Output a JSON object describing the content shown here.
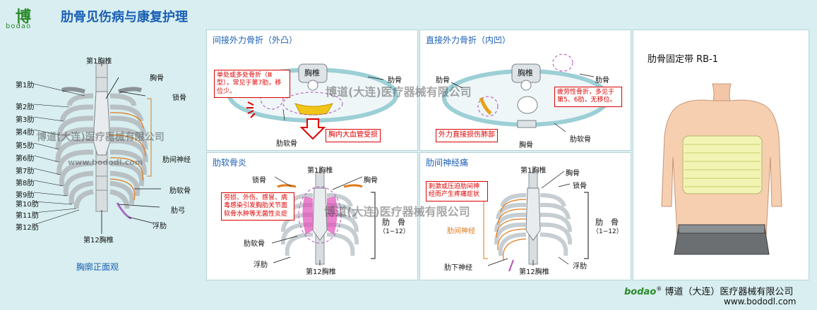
{
  "logo": {
    "glyph": "博",
    "text": "bodao"
  },
  "title": "肋骨见伤病与康复护理",
  "panel_left": {
    "caption": "胸廓正面观",
    "labels": {
      "t1": "第1胸椎",
      "sternum": "胸骨",
      "clavicle": "锁骨",
      "intercostal": "肋间神经",
      "costal_cartilage": "肋软骨",
      "costal_arch": "肋弓",
      "floating": "浮肋",
      "t12": "第12胸椎"
    },
    "ribs": [
      "第1肋",
      "第2肋",
      "第3肋",
      "第4肋",
      "第5肋",
      "第6肋",
      "第7肋",
      "第8肋",
      "第9肋",
      "第10肋",
      "第11肋",
      "第12肋"
    ],
    "watermark": "博道(大连)医疗器械有限公司",
    "url_watermark": "www.bododl.com"
  },
  "panel_indirect": {
    "title": "间接外力骨折（外凸）",
    "vertebra": "胸椎",
    "rib": "肋骨",
    "costal_cartilage": "肋软骨",
    "note": "单处或多处骨折（Ⅲ型），常见于第7肋，移位少。",
    "vessel": "胸内大血管受损"
  },
  "panel_direct": {
    "title": "直接外力骨折（内凹）",
    "vertebra": "胸椎",
    "rib_left": "肋骨",
    "rib_right": "肋骨",
    "sternum": "胸骨",
    "costal_cartilage": "肋软骨",
    "note": "疲劳性骨折，多见于第5、6肋，无移位。",
    "injury": "外力直接损伤肺部",
    "watermark": "博道(大连)医疗器械有限公司"
  },
  "panel_costochondritis": {
    "title": "肋软骨炎",
    "t1": "第1胸椎",
    "clavicle": "锁骨",
    "sternum": "胸骨",
    "costal_cartilage": "肋软骨",
    "floating": "浮肋",
    "t12": "第12胸椎",
    "rib": "肋　骨",
    "range": "（1−12）",
    "note": "劳损、外伤、感冒、病毒感染引发胸肋关节面软骨水肿等无菌性炎症"
  },
  "panel_neuralgia": {
    "title": "肋间神经痛",
    "t1": "第1胸椎",
    "sternum": "胸骨",
    "clavicle": "锁骨",
    "intercostal": "肋间神经",
    "subcostal": "肋下神经",
    "t12": "第12胸椎",
    "floating": "浮肋",
    "rib": "肋　骨",
    "range": "（1−12）",
    "note": "刺激或压迫肋间神经而产生疼痛症状",
    "watermark": "博道(大连)医疗器械有限公司"
  },
  "product": {
    "title": "肋骨固定带 RB-1"
  },
  "footer": {
    "brand": "bodao",
    "reg": "®",
    "company": " 博道（大连）医疗器械有限公司",
    "url": "www.bododl.com"
  },
  "colors": {
    "title_blue": "#1a5fb4",
    "red": "#d00",
    "green": "#2a8a2a",
    "orange": "#e07a1a"
  }
}
